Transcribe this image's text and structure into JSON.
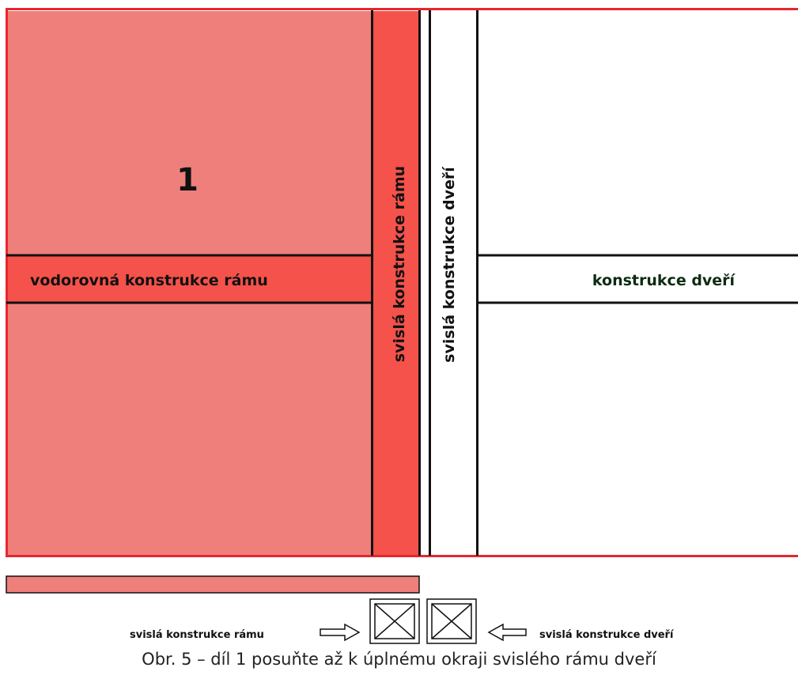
{
  "labels": {
    "part_number": "1",
    "horizontal_frame": "vodorovná konstrukce rámu",
    "vertical_frame": "svislá konstrukce rámu",
    "vertical_door": "svislá konstrukce dveří",
    "door": "konstrukce dveří"
  },
  "legend": {
    "left_label": "svislá konstrukce rámu",
    "right_label": "svislá konstrukce dveří"
  },
  "caption": "Obr. 5 – díl 1 posuňte až k úplnému okraji svislého rámu dveří",
  "colors": {
    "part_fill": "#ef7f7b",
    "frame_fill": "#f4524a",
    "border_red": "#e8262d",
    "line": "#111111",
    "text": "#111111",
    "door_text": "#0d2b12"
  }
}
